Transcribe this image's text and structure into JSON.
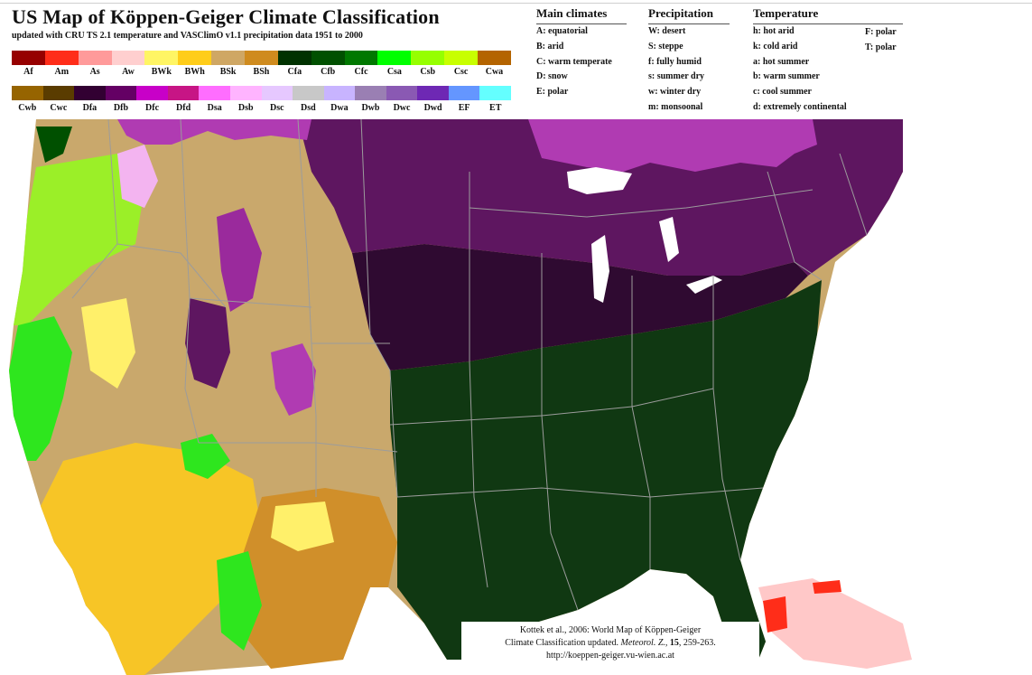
{
  "title": "US Map of Köppen-Geiger Climate Classification",
  "subtitle": "updated with CRU TS 2.1 temperature and VASClimO v1.1 precipitation data 1951 to 2000",
  "legend_row1": [
    {
      "code": "Af",
      "color": "#960000"
    },
    {
      "code": "Am",
      "color": "#ff2d19"
    },
    {
      "code": "As",
      "color": "#ff9a9a"
    },
    {
      "code": "Aw",
      "color": "#ffcfcf"
    },
    {
      "code": "BWk",
      "color": "#fff564"
    },
    {
      "code": "BWh",
      "color": "#ffcd19"
    },
    {
      "code": "BSk",
      "color": "#cfa764"
    },
    {
      "code": "BSh",
      "color": "#cf8b1e"
    },
    {
      "code": "Cfa",
      "color": "#003200"
    },
    {
      "code": "Cfb",
      "color": "#005000"
    },
    {
      "code": "Cfc",
      "color": "#007800"
    },
    {
      "code": "Csa",
      "color": "#00ff00"
    },
    {
      "code": "Csb",
      "color": "#96ff00"
    },
    {
      "code": "Csc",
      "color": "#c8ff00"
    },
    {
      "code": "Cwa",
      "color": "#b46400"
    }
  ],
  "legend_row2": [
    {
      "code": "Cwb",
      "color": "#966400"
    },
    {
      "code": "Cwc",
      "color": "#5a3c00"
    },
    {
      "code": "Dfa",
      "color": "#320032"
    },
    {
      "code": "Dfb",
      "color": "#640064"
    },
    {
      "code": "Dfc",
      "color": "#c800c8"
    },
    {
      "code": "Dfd",
      "color": "#c71585"
    },
    {
      "code": "Dsa",
      "color": "#ff6dff"
    },
    {
      "code": "Dsb",
      "color": "#ffb4ff"
    },
    {
      "code": "Dsc",
      "color": "#e6c8ff"
    },
    {
      "code": "Dsd",
      "color": "#c8c8c8"
    },
    {
      "code": "Dwa",
      "color": "#c8b4ff"
    },
    {
      "code": "Dwb",
      "color": "#9a7fb3"
    },
    {
      "code": "Dwc",
      "color": "#8a59b3"
    },
    {
      "code": "Dwd",
      "color": "#6e28b4"
    },
    {
      "code": "EF",
      "color": "#6496ff"
    },
    {
      "code": "ET",
      "color": "#64ffff"
    }
  ],
  "key": {
    "main": {
      "heading": "Main climates",
      "items": [
        "A: equatorial",
        "B: arid",
        "C: warm temperate",
        "D: snow",
        "E: polar"
      ]
    },
    "precip": {
      "heading": "Precipitation",
      "items": [
        "W: desert",
        "S: steppe",
        "f: fully humid",
        "s: summer dry",
        "w: winter dry",
        "m: monsoonal"
      ]
    },
    "temp": {
      "heading": "Temperature",
      "items": [
        "h: hot arid",
        "k: cold arid",
        "a: hot summer",
        "b: warm summer",
        "c: cool summer",
        "d: extremely continental"
      ],
      "extra": [
        "F: polar",
        "T: polar"
      ]
    }
  },
  "credit": {
    "line1": "Kottek et al., 2006: World Map of Köppen-Geiger",
    "line2_a": "Climate Classification updated. ",
    "line2_journal": "Meteorol. Z.",
    "line2_b": ", ",
    "line2_vol": "15",
    "line2_c": ", 259-263.",
    "line3": "http://koeppen-geiger.vu-wien.ac.at"
  },
  "map_colors": {
    "background": "#ffffff",
    "ocean": "#ffffff",
    "borders": "#9c9c9c",
    "dfa": "#2f0a31",
    "dfb": "#5e1660",
    "dfc": "#b03bb2",
    "cfa": "#103812",
    "bsk": "#c9a86c",
    "bwk": "#fff06a",
    "bwh": "#f7c526",
    "bsh": "#d08f2a",
    "csa": "#2ee61e",
    "csb": "#9bef28",
    "dsb": "#f3b4f0",
    "am": "#ff2d19",
    "aw": "#ffc8c8",
    "ice": "#ffffff"
  }
}
